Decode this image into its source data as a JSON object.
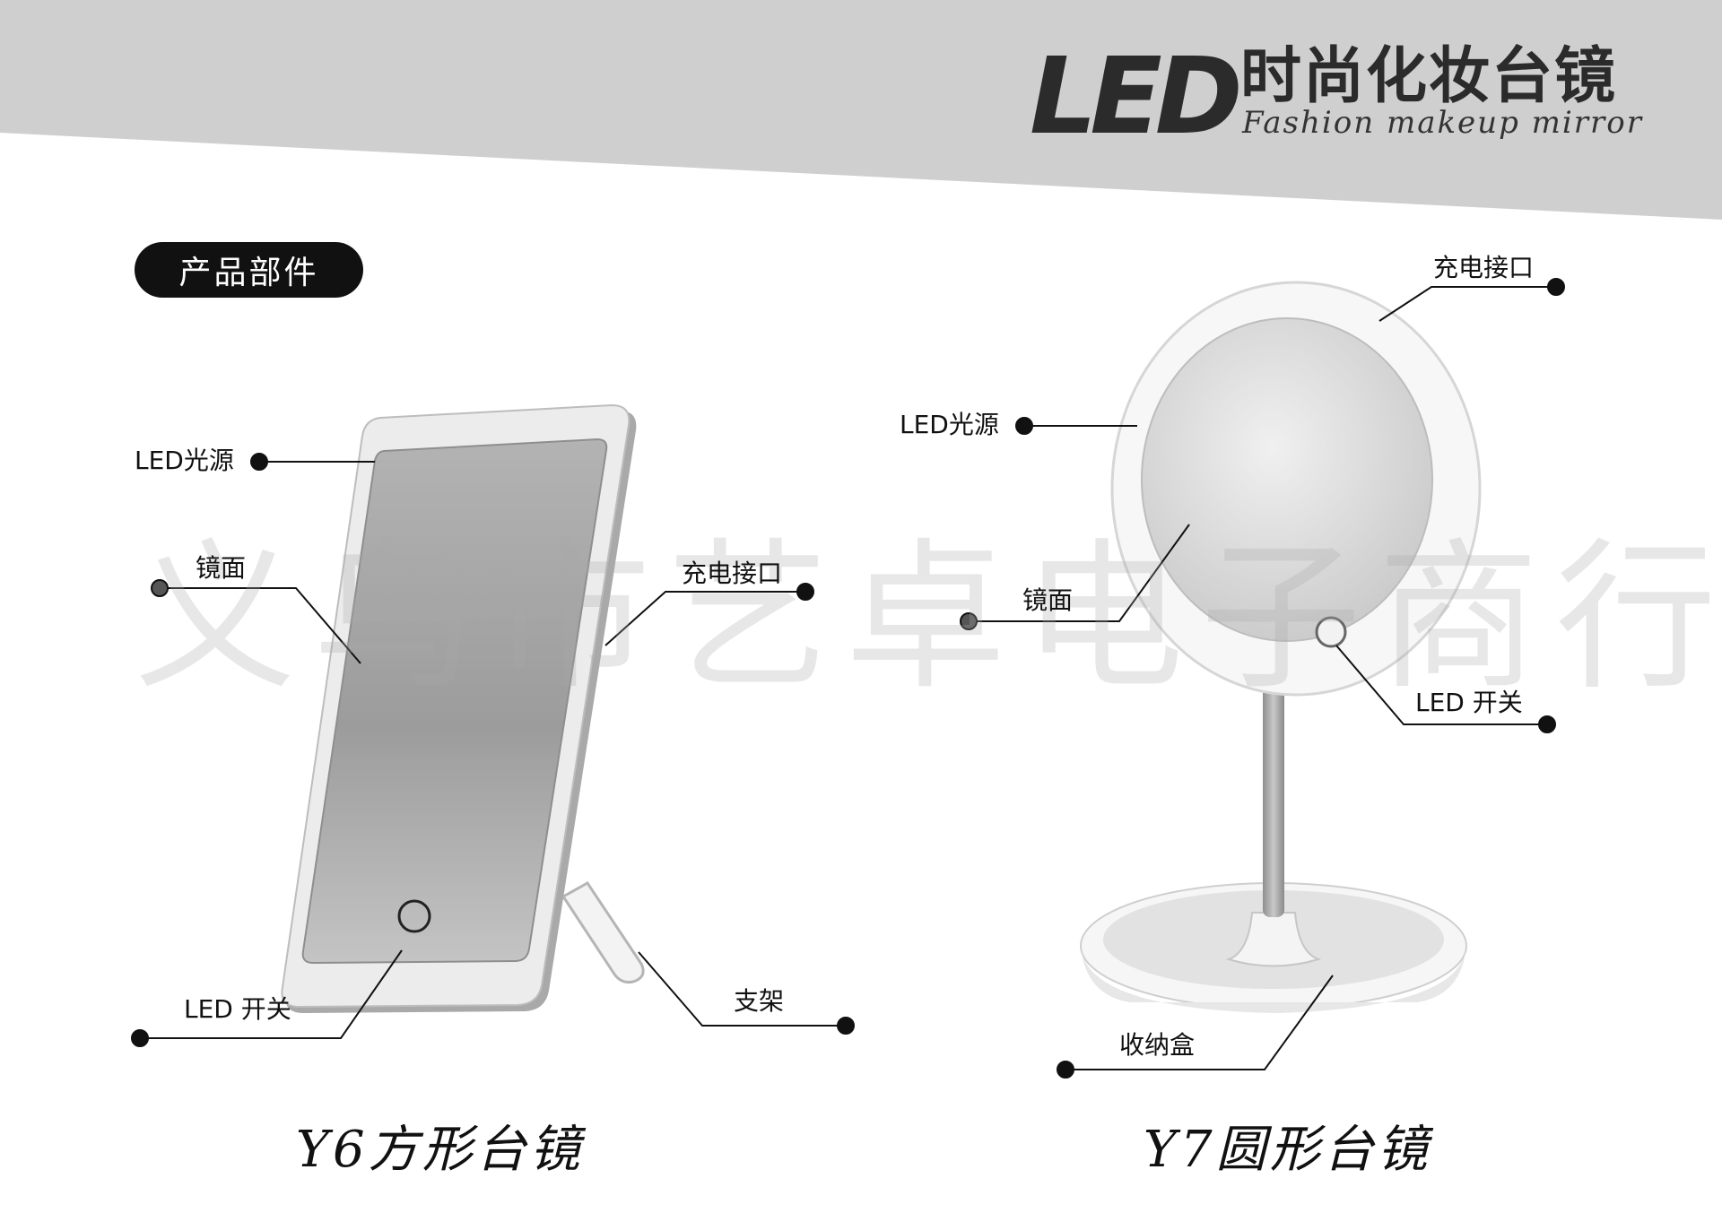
{
  "header": {
    "logo_text": "LED",
    "title": "时尚化妆台镜",
    "subtitle": "Fashion makeup mirror"
  },
  "section": {
    "label": "产品部件"
  },
  "products": [
    {
      "caption": "Y6方形台镜",
      "labels": {
        "led_light": "LED光源",
        "mirror": "镜面",
        "charging_port": "充电接口",
        "led_switch": "LED 开关",
        "stand": "支架"
      }
    },
    {
      "caption": "Y7圆形台镜",
      "labels": {
        "charging_port": "充电接口",
        "led_light": "LED光源",
        "mirror": "镜面",
        "led_switch": "LED 开关",
        "storage_box": "收纳盒"
      }
    }
  ],
  "watermark": "义乌市艺卓电子商行",
  "colors": {
    "banner_gray": "#cfcfcf",
    "pill": "#111111",
    "text": "#1a1a1a"
  }
}
